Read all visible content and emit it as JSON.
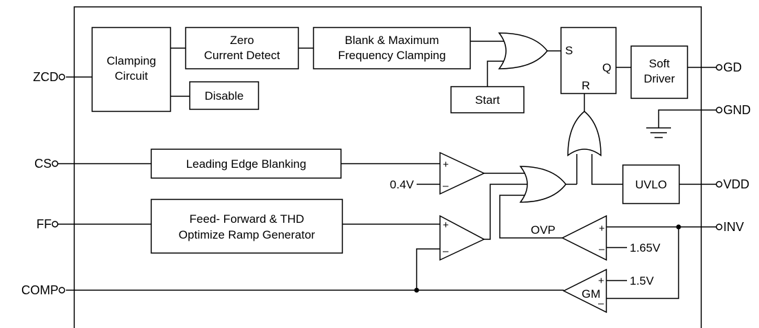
{
  "pins": {
    "zcd": "ZCD",
    "cs": "CS",
    "ff": "FF",
    "comp": "COMP",
    "gd": "GD",
    "gnd": "GND",
    "vdd": "VDD",
    "inv": "INV"
  },
  "blocks": {
    "clamping": [
      "Clamping",
      "Circuit"
    ],
    "zero_current": [
      "Zero",
      "Current Detect"
    ],
    "blank_max": [
      "Blank & Maximum",
      "Frequency Clamping"
    ],
    "disable": "Disable",
    "start": "Start",
    "soft_driver": [
      "Soft",
      "Driver"
    ],
    "leading_edge": "Leading Edge Blanking",
    "feed_forward": [
      "Feed- Forward & THD",
      "Optimize Ramp Generator"
    ],
    "uvlo": "UVLO"
  },
  "latch": {
    "s": "S",
    "r": "R",
    "q": "Q"
  },
  "refs": {
    "v04": "0.4V",
    "v165": "1.65V",
    "v15": "1.5V"
  },
  "labels": {
    "ovp": "OVP",
    "gm": "GM"
  },
  "signs": {
    "plus": "+",
    "minus": "–"
  }
}
